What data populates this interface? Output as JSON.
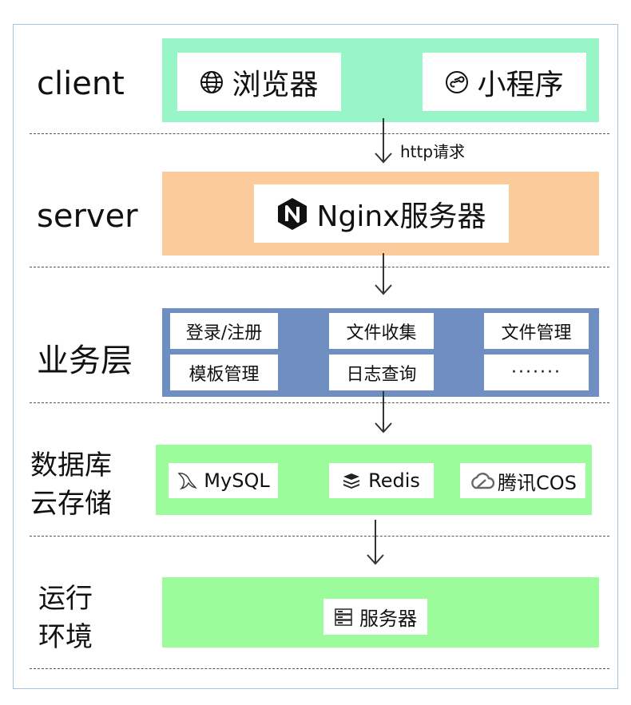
{
  "colors": {
    "client_band": "#98f5c8",
    "server_band": "#fbcb9c",
    "business_band": "#6f8fc3",
    "database_band": "#9cfc9c",
    "runtime_band": "#9cfc9c",
    "frame_border": "#a9c2dd"
  },
  "layers": {
    "client": {
      "label": "client",
      "items": [
        {
          "icon": "globe-icon",
          "text": "浏览器"
        },
        {
          "icon": "miniprogram-icon",
          "text": "小程序"
        }
      ]
    },
    "connector_label": "http请求",
    "server": {
      "label": "server",
      "item": {
        "icon": "nginx-icon",
        "text": "Nginx服务器"
      }
    },
    "business": {
      "label": "业务层",
      "items": [
        "登录/注册",
        "文件收集",
        "文件管理",
        "模板管理",
        "日志查询",
        "·······"
      ]
    },
    "database": {
      "label_line1": "数据库",
      "label_line2": "云存储",
      "items": [
        {
          "icon": "mysql-icon",
          "text": "MySQL"
        },
        {
          "icon": "redis-icon",
          "text": "Redis"
        },
        {
          "icon": "cloud-icon",
          "text": "腾讯COS"
        }
      ]
    },
    "runtime": {
      "label_line1": "运行",
      "label_line2": "环境",
      "item": {
        "icon": "server-icon",
        "text": "服务器"
      }
    }
  }
}
